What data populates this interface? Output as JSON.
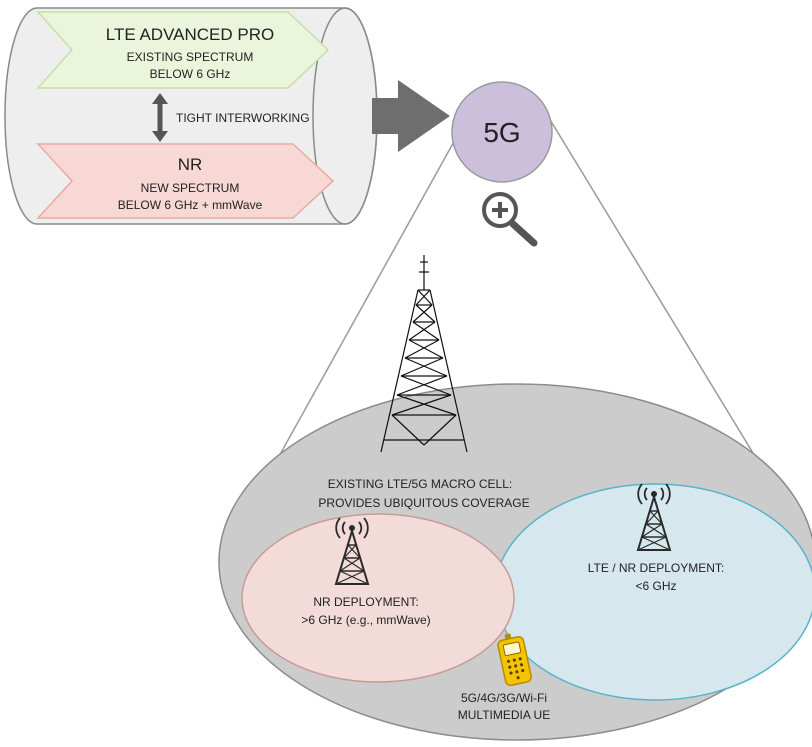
{
  "lte_box": {
    "title": "LTE ADVANCED PRO",
    "line1": "EXISTING SPECTRUM",
    "line2": "BELOW 6 GHz"
  },
  "interworking_label": "TIGHT INTERWORKING",
  "nr_box": {
    "title": "NR",
    "line1": "NEW SPECTRUM",
    "line2": "BELOW 6 GHz + mmWave"
  },
  "badge_5g": "5G",
  "macro": {
    "line1": "EXISTING LTE/5G MACRO CELL:",
    "line2": "PROVIDES UBIQUITOUS COVERAGE"
  },
  "nr_cell": {
    "line1": "NR DEPLOYMENT:",
    "line2": ">6 GHz (e.g., mmWave)"
  },
  "lte_nr_cell": {
    "line1": "LTE / NR DEPLOYMENT:",
    "line2": "<6 GHz"
  },
  "ue": {
    "line1": "5G/4G/3G/Wi-Fi",
    "line2": "MULTIMEDIA UE"
  },
  "colors": {
    "lte_fill": "#eaf5dc",
    "lte_stroke": "#c5e0a5",
    "nr_fill": "#f8d8d4",
    "nr_stroke": "#e8aaa2",
    "cylinder_fill": "#eeeeee",
    "badge_fill": "#cbbfdc",
    "macro_fill": "#cccccc",
    "nr_cell_fill": "#f2dbd9",
    "lte_nr_cell_fill": "#d6e8ee",
    "lte_nr_cell_stroke": "#58b4c8",
    "ue_fill": "#f5c400"
  },
  "icons": [
    "zoom-in-icon",
    "tower-icon",
    "antenna-icon",
    "phone-icon",
    "double-arrow-icon"
  ]
}
